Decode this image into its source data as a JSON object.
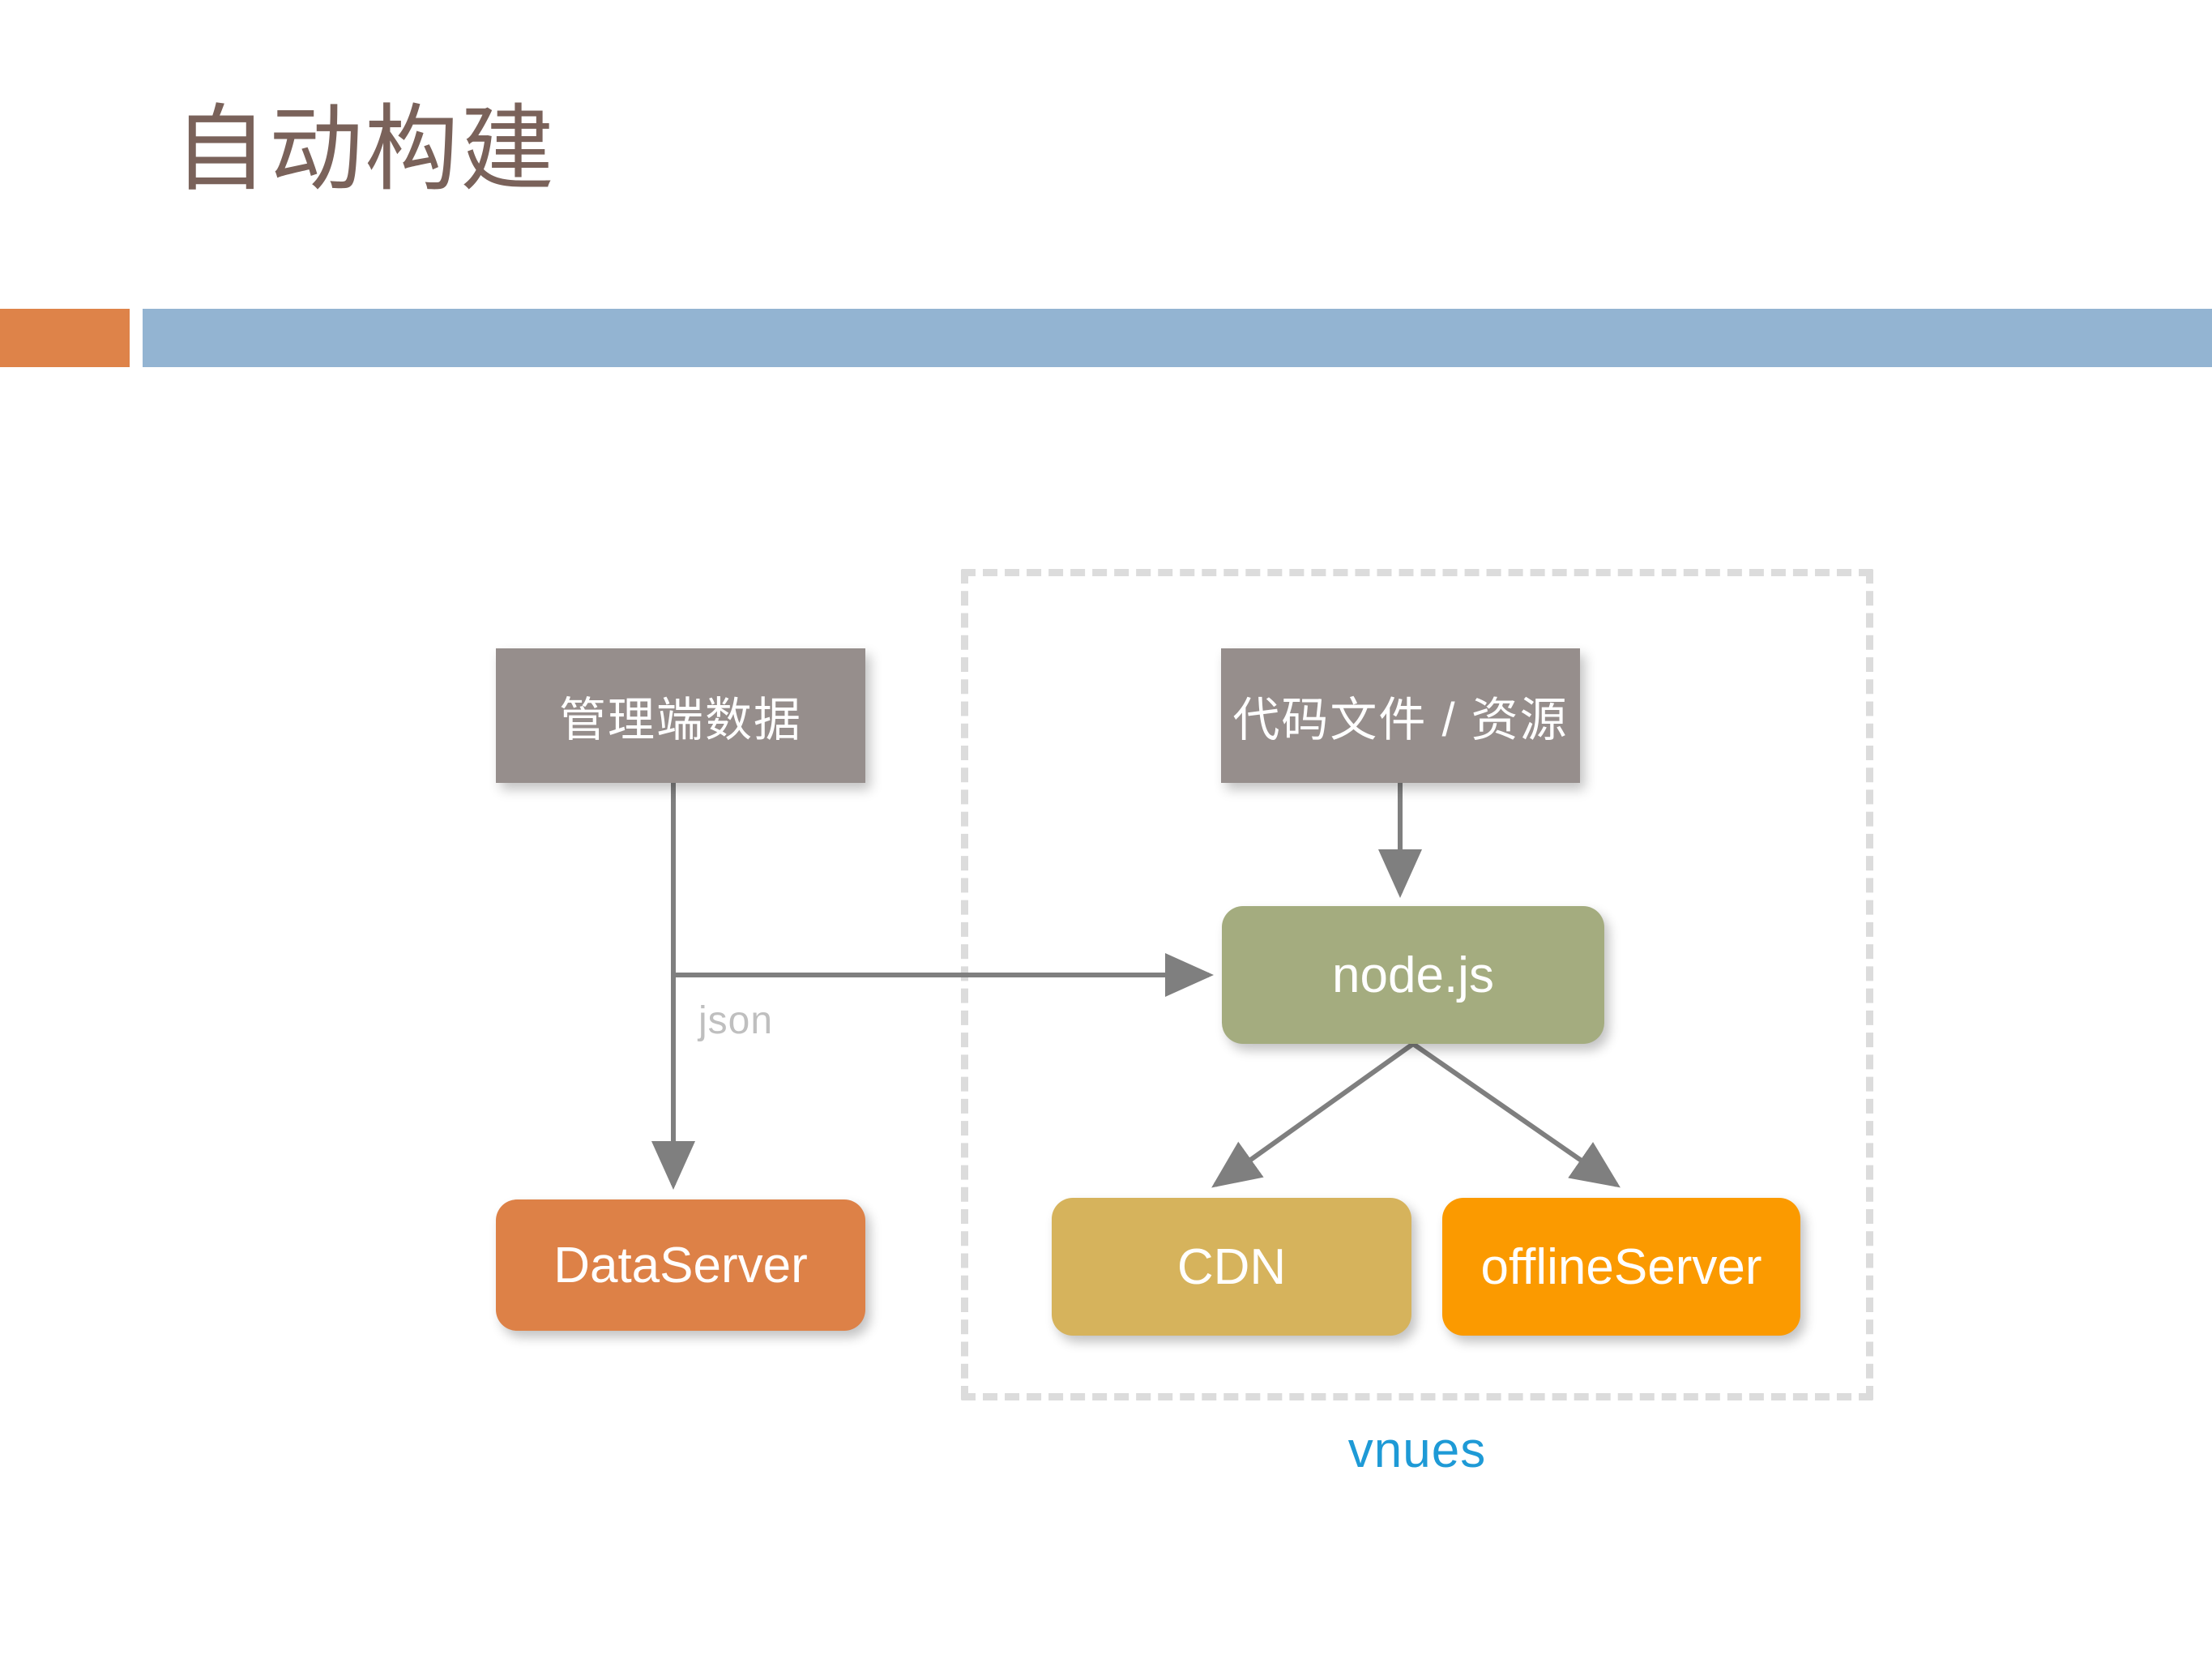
{
  "slide": {
    "title": "自动构建",
    "title_color": "#7A625A",
    "accent_orange": "#DE8349",
    "accent_blue": "#93B4D2",
    "background": "#FFFFFF"
  },
  "diagram": {
    "group": {
      "label": "vnues",
      "label_color": "#1E9AD6",
      "border_style": "dashed",
      "border_color": "#DCDCDC"
    },
    "nodes": [
      {
        "id": "admin-data",
        "label": "管理端数据",
        "shape": "rectangle",
        "fill": "#968E8C",
        "text_color": "#FFFFFF"
      },
      {
        "id": "code-assets",
        "label": "代码文件 / 资源",
        "shape": "rectangle",
        "fill": "#968E8C",
        "text_color": "#FFFFFF"
      },
      {
        "id": "nodejs",
        "label": "node.js",
        "shape": "rounded-rectangle",
        "fill": "#A4AC7F",
        "text_color": "#FFFFFF"
      },
      {
        "id": "dataserver",
        "label": "DataServer",
        "shape": "rounded-rectangle",
        "fill": "#DD8147",
        "text_color": "#FFFFFF"
      },
      {
        "id": "cdn",
        "label": "CDN",
        "shape": "rounded-rectangle",
        "fill": "#D6B35C",
        "text_color": "#FFFFFF"
      },
      {
        "id": "offlineserver",
        "label": "offlineServer",
        "shape": "rounded-rectangle",
        "fill": "#FB9A00",
        "text_color": "#FFFFFF"
      }
    ],
    "edges": [
      {
        "id": "admin-to-dataserver",
        "from": "admin-data",
        "to": "dataserver",
        "label": "",
        "color": "#7F7F7F"
      },
      {
        "id": "admin-to-nodejs",
        "from": "admin-data",
        "to": "nodejs",
        "label": "json",
        "label_color": "#BFBFBF",
        "color": "#7F7F7F"
      },
      {
        "id": "code-to-nodejs",
        "from": "code-assets",
        "to": "nodejs",
        "label": "",
        "color": "#7F7F7F"
      },
      {
        "id": "nodejs-to-cdn",
        "from": "nodejs",
        "to": "cdn",
        "label": "",
        "color": "#7F7F7F"
      },
      {
        "id": "nodejs-to-offlineserver",
        "from": "nodejs",
        "to": "offlineserver",
        "label": "",
        "color": "#7F7F7F"
      }
    ]
  }
}
